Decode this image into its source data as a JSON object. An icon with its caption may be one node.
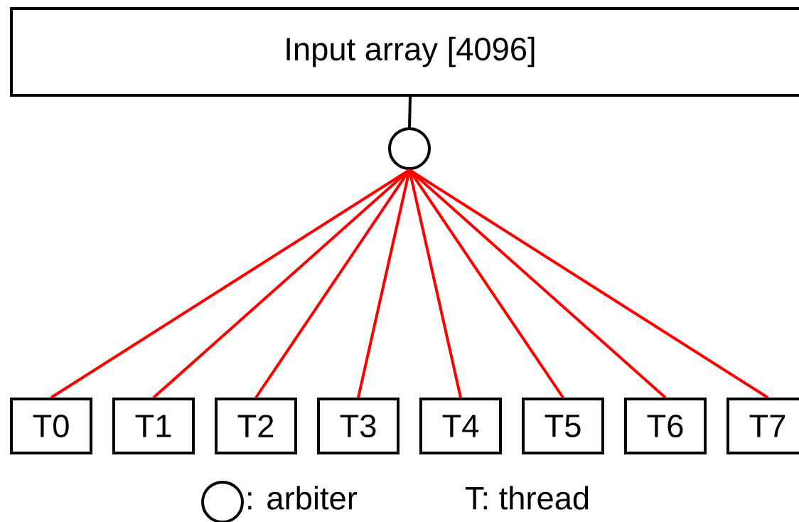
{
  "diagram": {
    "nodes": [
      {
        "text": [
          "Input array [4096]"
        ]
      },
      {
        "text": [],
        "shape": "circle"
      },
      {
        "text": [
          "T0"
        ]
      },
      {
        "text": [
          "T1"
        ]
      },
      {
        "text": [
          "T2"
        ]
      },
      {
        "text": [
          "T3"
        ]
      },
      {
        "text": [
          "T4"
        ]
      },
      {
        "text": [
          "T5"
        ]
      },
      {
        "text": [
          "T6"
        ]
      },
      {
        "text": [
          "T7"
        ]
      }
    ],
    "edges": [
      {
        "from": 0,
        "to": 1,
        "arrow": "none",
        "color": "#000000"
      },
      {
        "from": 1,
        "to": 2,
        "arrow": "none"
      },
      {
        "from": 1,
        "to": 3,
        "arrow": "none"
      },
      {
        "from": 1,
        "to": 4,
        "arrow": "none"
      },
      {
        "from": 1,
        "to": 5,
        "arrow": "none"
      },
      {
        "from": 1,
        "to": 6,
        "arrow": "none"
      },
      {
        "from": 1,
        "to": 7,
        "arrow": "none"
      },
      {
        "from": 1,
        "to": 8,
        "arrow": "none"
      },
      {
        "from": 1,
        "to": 9,
        "arrow": "none"
      }
    ],
    "labels": [
      "T: thread"
    ],
    "legend": [
      {
        "text": ": arbiter"
      }
    ]
  }
}
